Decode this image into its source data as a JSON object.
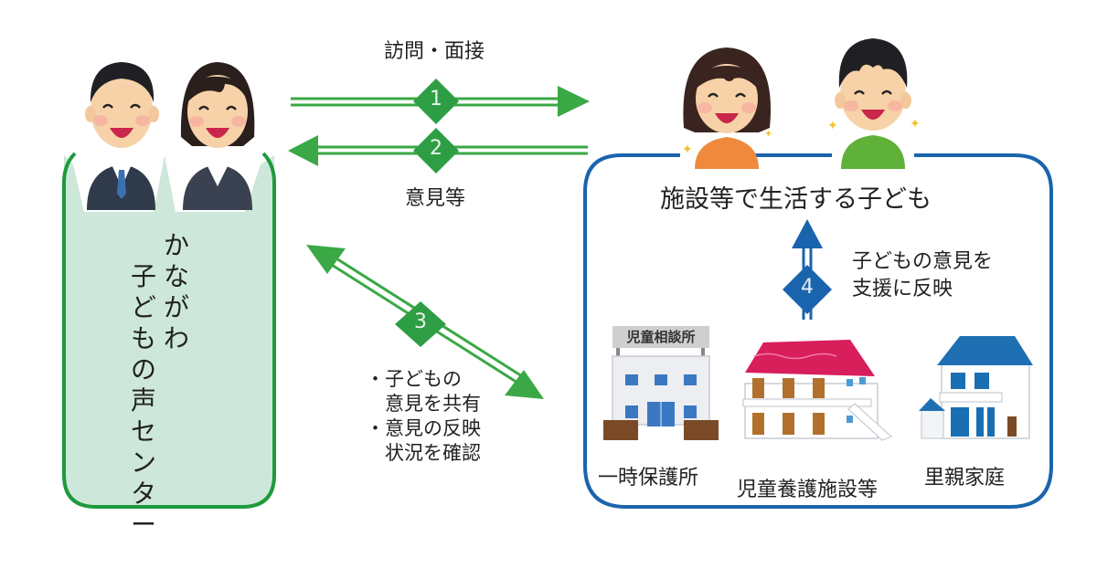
{
  "center": {
    "name_line1": "かながわ",
    "name_line2": "子どもの声センター",
    "staff_icons": [
      "male-staff-avatar",
      "female-staff-avatar"
    ]
  },
  "children_group": {
    "title": "施設等で生活する子ども",
    "child_icons": [
      "girl-avatar",
      "boy-avatar"
    ]
  },
  "steps": [
    {
      "number": "1",
      "label": "訪問・面接",
      "direction": "center-to-children"
    },
    {
      "number": "2",
      "label": "意見等",
      "direction": "children-to-center"
    },
    {
      "number": "3",
      "label_lines": [
        "・子どもの",
        "　意見を共有",
        "・意見の反映",
        "　状況を確認"
      ],
      "direction": "bidirectional"
    },
    {
      "number": "4",
      "label_lines": [
        "子どもの意見を",
        "支援に反映"
      ],
      "direction": "facilities-to-children"
    }
  ],
  "facilities": [
    {
      "label": "一時保護所",
      "sign": "児童相談所",
      "icon": "child-guidance-center-building"
    },
    {
      "label": "児童養護施設等",
      "icon": "childrens-home-building"
    },
    {
      "label": "里親家庭",
      "icon": "foster-home-house"
    }
  ],
  "colors": {
    "green": "#3aa845",
    "green_dark": "#1e9a3c",
    "green_fill": "#cde8da",
    "blue": "#1a64ad",
    "blue_dark": "#0f5aa6"
  }
}
